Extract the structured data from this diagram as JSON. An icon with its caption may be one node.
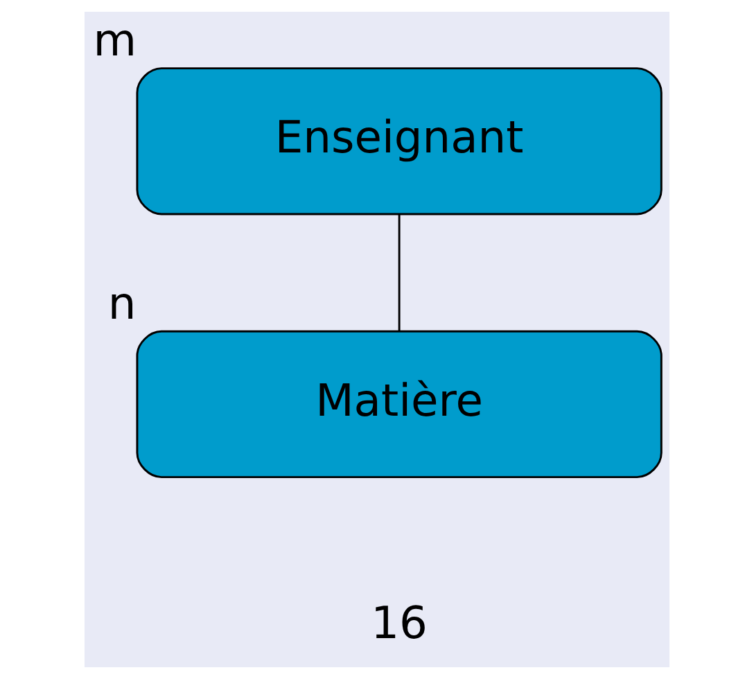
{
  "diagram": {
    "nodes": [
      {
        "text": [
          "Enseignant"
        ],
        "beside": [
          "m"
        ]
      },
      {
        "text": [
          "Matière"
        ],
        "beside": [
          "n"
        ]
      }
    ],
    "edges": [
      {
        "from": 0,
        "to": 1,
        "arrow": "none"
      }
    ],
    "labels": [
      "16"
    ]
  }
}
